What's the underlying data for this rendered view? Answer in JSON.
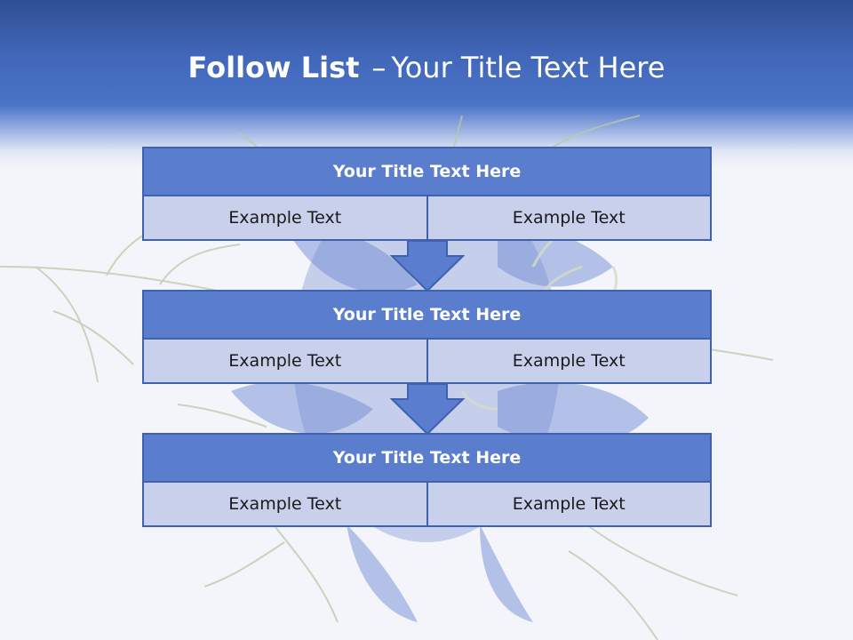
{
  "slide": {
    "title_bold": "Follow List",
    "title_separator": "–",
    "title_rest": "Your Title Text Here"
  },
  "blocks": [
    {
      "title": "Your Title Text Here",
      "cells": [
        "Example Text",
        "Example Text"
      ]
    },
    {
      "title": "Your Title Text Here",
      "cells": [
        "Example Text",
        "Example Text"
      ]
    },
    {
      "title": "Your Title Text Here",
      "cells": [
        "Example Text",
        "Example Text"
      ]
    }
  ],
  "colors": {
    "header_blue": "#4166b8",
    "block_title_fill": "#5a7dcd",
    "block_cell_fill": "#c8d0eb",
    "border_blue": "#3e61b0",
    "arrow_fill": "#5a7dcd"
  }
}
